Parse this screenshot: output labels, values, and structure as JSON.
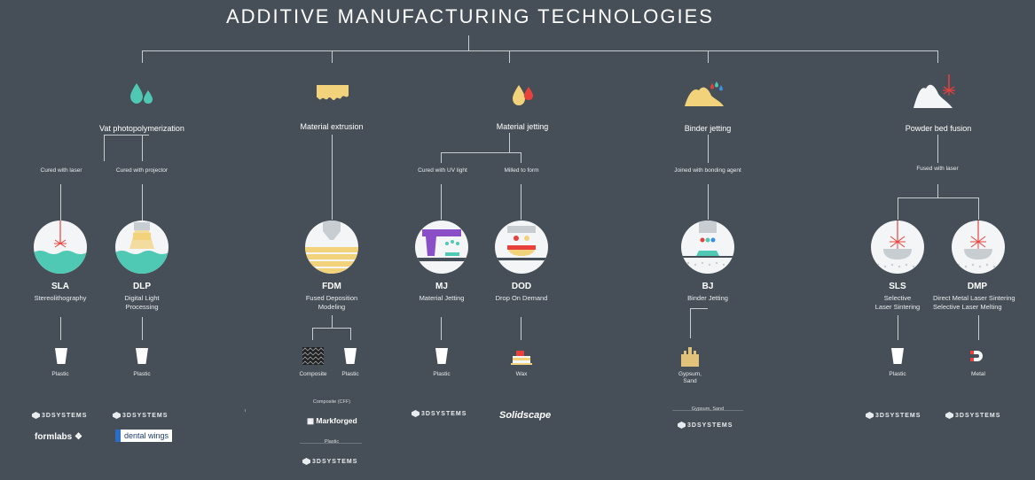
{
  "title": "ADDITIVE MANUFACTURING TECHNOLOGIES",
  "categories": {
    "vat": "Vat photopolymerization",
    "extrusion": "Material extrusion",
    "jetting": "Material jetting",
    "binder": "Binder jetting",
    "powder": "Powder bed fusion"
  },
  "processes": {
    "sla": "Cured with laser",
    "dlp": "Cured with projector",
    "mj": "Cured with UV light",
    "dod": "Milled to form",
    "bj": "Joined with bonding agent",
    "pbf": "Fused with laser"
  },
  "techs": {
    "sla": {
      "code": "SLA",
      "name": "Stereolithography"
    },
    "dlp": {
      "code": "DLP",
      "name": "Digital Light Processing"
    },
    "fdm": {
      "code": "FDM",
      "name": "Fused Deposition Modeling"
    },
    "mj": {
      "code": "MJ",
      "name": "Material Jetting"
    },
    "dod": {
      "code": "DOD",
      "name": "Drop On Demand"
    },
    "bj": {
      "code": "BJ",
      "name": "Binder Jetting"
    },
    "sls": {
      "code": "SLS",
      "name": "Selective Laser Sintering"
    },
    "dmp": {
      "code": "DMP",
      "name": "Direct Metal Laser Sintering Selective Laser Melting"
    }
  },
  "materials": {
    "sla": "Plastic",
    "dlp": "Plastic",
    "fdm_composite": "Composite",
    "fdm_plastic": "Plastic",
    "mj": "Plastic",
    "dod": "Wax",
    "bj": "Gypsum, Sand",
    "sls": "Plastic",
    "dmp": "Metal"
  },
  "groups": {
    "fdm_cfp": "Composite (CFF)",
    "fdm_plastic": "Plastic",
    "bj": "Gypsum, Sand"
  },
  "logos": {
    "systems": "3DSYSTEMS",
    "formlabs": "formlabs",
    "dental": "dental wings",
    "markforged": "Markforged",
    "solidscape": "Solidscape"
  },
  "colors": {
    "background": "#464f57",
    "teal": "#4fc9b4",
    "yellow": "#f2d27a",
    "red": "#e8413c",
    "purple": "#8a4fc7"
  }
}
